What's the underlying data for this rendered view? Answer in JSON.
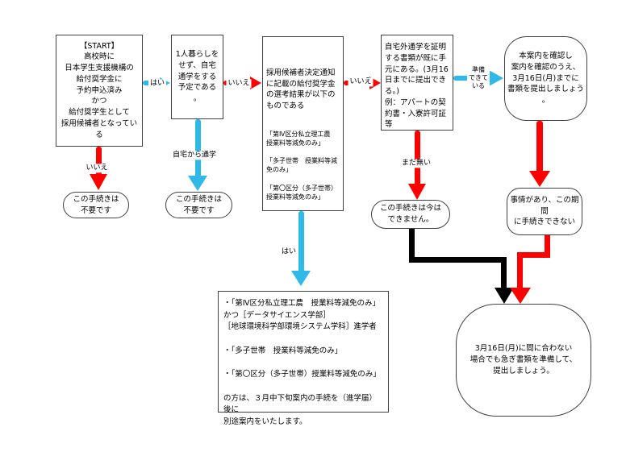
{
  "colors": {
    "yes_arrow_cyan": "#2FB9E8",
    "no_arrow_red": "#FF0000",
    "black_arrow": "#000000",
    "box_border": "#404040"
  },
  "nodes": {
    "start": "【START】\n高校時に\n日本学生支援機構の\n給付奨学金に\n予約申込済み\nかつ\n給付奨学生として\n採用候補者となっている",
    "q2": "1人暮らしを\nせず、自宅\n通学をする\n予定である\n。",
    "q3_main": "採用候補者決定通知に記載の給付奨学金の選考結果が以下のものである",
    "q3_items": "「第Ⅳ区分私立理工農\n授業料等減免のみ」\n\n「多子世帯　授業料等減\n免のみ」\n\n「第〇区分（多子世帯）\n授業料等減免のみ」",
    "q4": "自宅外通学を証明する書類が既に手元にある。(3月16日までに提出できる。)\n例：アパートの契約書・入寮許可証等",
    "confirm_submit": "本案内を確認し\n案内を確認のうえ、\n3月16日(月)までに\n書類を提出しましょう\n。",
    "not_needed_1": "この手続きは\n不要です",
    "not_needed_2": "この手続きは\n不要です",
    "cannot_now": "この手続きは今は\nできません。",
    "cannot_in_period": "事情があり、この期間\nに手続きできない",
    "note": "・「第Ⅳ区分私立理工農　授業料等減免のみ」\nかつ［データサイエンス学部］\n［地球環境科学部環境システム学科］進学者\n\n・「多子世帯　授業料等減免のみ」\n\n・「第〇区分（多子世帯）授業料等減免のみ」\n\nの方は、３月中下旬案内の手続を（進学届）後に\n別途案内をいたします。",
    "late_submit": "3月16日(月)に間に合わない\n場合でも急ぎ書類を準備して、\n提出しましょう。"
  },
  "edge_labels": {
    "yes_1": "はい",
    "no_1": "いいえ",
    "no_2": "いいえ",
    "home_commute": "自宅から通学",
    "yes_2": "はい",
    "no_3": "いいえ",
    "ready": "準備\nできて\nいる",
    "not_yet": "まだ無い"
  }
}
